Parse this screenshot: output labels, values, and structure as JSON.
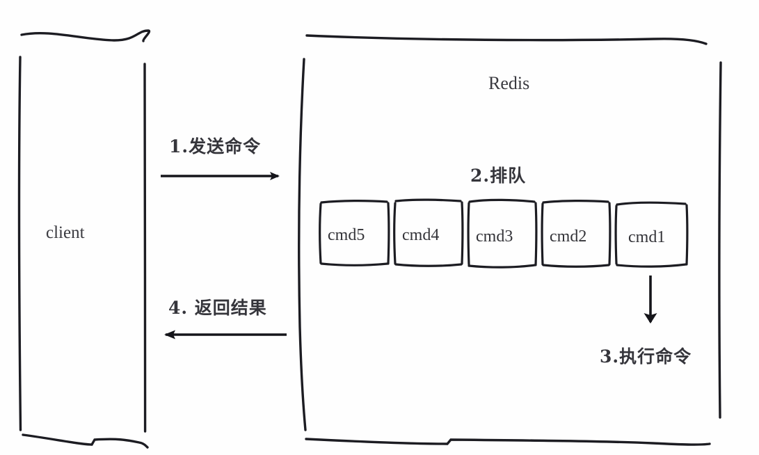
{
  "diagram": {
    "title_redis": "Redis",
    "client_label": "client",
    "ink_color": "#1c1c22",
    "text_color": "#2e2e33",
    "background": "#fefefe",
    "steps": [
      {
        "id": "step1",
        "label": "1.发送命令",
        "direction": "right",
        "from": "client",
        "to": "redis"
      },
      {
        "id": "step2",
        "label": "2.排队",
        "direction": "none",
        "from": "redis",
        "to": "queue"
      },
      {
        "id": "step3",
        "label": "3.执行命令",
        "direction": "down",
        "from": "cmd1",
        "to": "executor"
      },
      {
        "id": "step4",
        "label": "4. 返回结果",
        "direction": "left",
        "from": "redis",
        "to": "client"
      }
    ],
    "queue": {
      "label": "2.排队",
      "commands": [
        "cmd5",
        "cmd4",
        "cmd3",
        "cmd2",
        "cmd1"
      ]
    }
  }
}
